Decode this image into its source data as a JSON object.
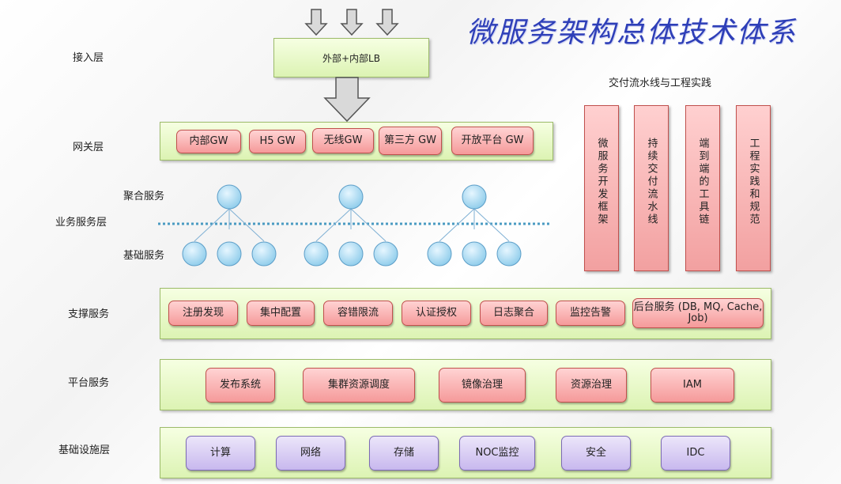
{
  "title": "微服务架构总体技术体系",
  "layers": {
    "access": "接入层",
    "gateway": "网关层",
    "business": "业务服务层",
    "support": "支撑服务",
    "platform": "平台服务",
    "infra": "基础设施层"
  },
  "sublayers": {
    "aggregate": "聚合服务",
    "basic": "基础服务"
  },
  "lb": "外部+内部LB",
  "gateways": [
    "内部GW",
    "H5 GW",
    "无线GW",
    "第三方 GW",
    "开放平台 GW"
  ],
  "support_services": [
    "注册发现",
    "集中配置",
    "容错限流",
    "认证授权",
    "日志聚合",
    "监控告警",
    "后台服务 (DB, MQ, Cache, Job)"
  ],
  "platform_services": [
    "发布系统",
    "集群资源调度",
    "镜像治理",
    "资源治理",
    "IAM"
  ],
  "infra_items": [
    "计算",
    "网络",
    "存储",
    "NOC监控",
    "安全",
    "IDC"
  ],
  "delivery": {
    "title": "交付流水线与工程实践",
    "columns": [
      "微服务开发框架",
      "持续交付流水线",
      "端到端的工具链",
      "工程实践和规范"
    ]
  },
  "colors": {
    "title": "#2e3fb8",
    "panel": "#dcf3b3",
    "pill_red": "#f59a9a",
    "pill_purple": "#c8b8ee",
    "node": "#a9dcf5"
  }
}
